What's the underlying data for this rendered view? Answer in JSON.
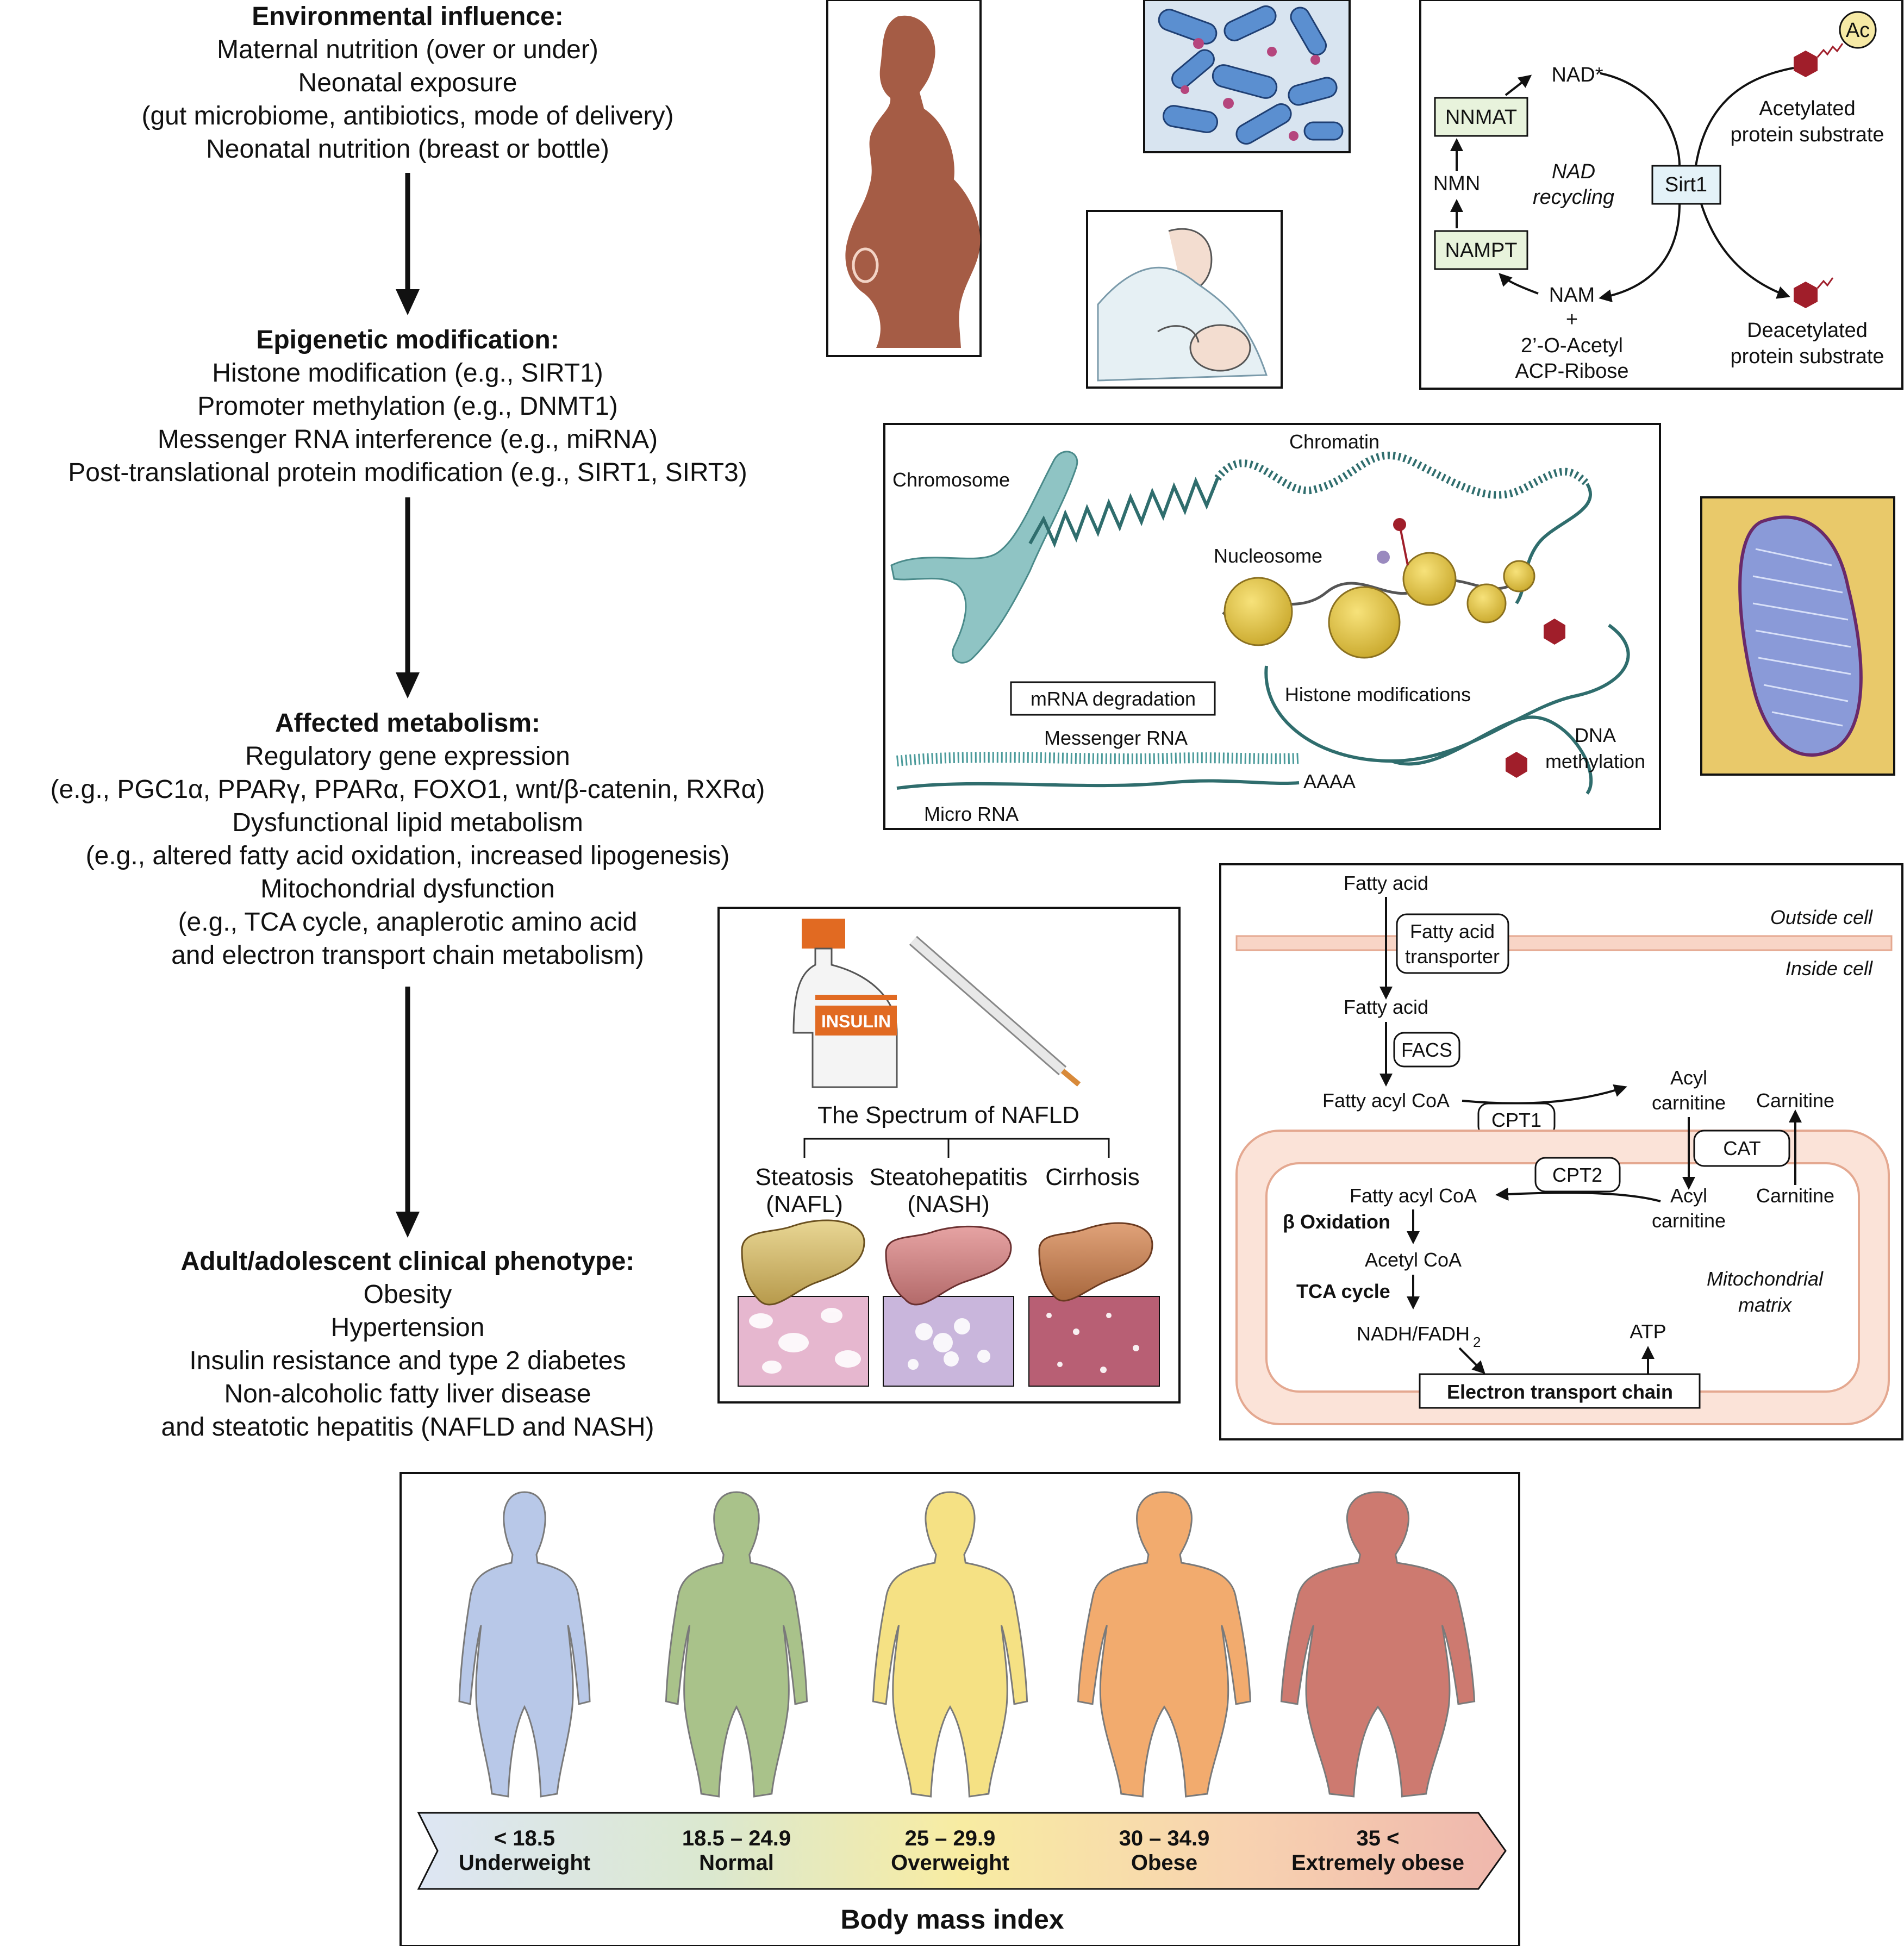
{
  "flow": {
    "env": {
      "title": "Environmental influence:",
      "lines": [
        "Maternal nutrition (over or under)",
        "Neonatal exposure",
        "(gut microbiome, antibiotics, mode of delivery)",
        "Neonatal nutrition (breast or bottle)"
      ]
    },
    "epi": {
      "title": "Epigenetic modification:",
      "lines": [
        "Histone modification (e.g., SIRT1)",
        "Promoter methylation (e.g., DNMT1)",
        "Messenger RNA interference (e.g., miRNA)",
        "Post-translational protein modification (e.g., SIRT1, SIRT3)"
      ]
    },
    "met": {
      "title": "Affected metabolism:",
      "lines": [
        "Regulatory gene expression",
        "(e.g., PGC1α, PPARγ, PPARα, FOXO1, wnt/β-catenin, RXRα)",
        "Dysfunctional lipid metabolism",
        "(e.g., altered fatty acid oxidation, increased lipogenesis)",
        "Mitochondrial dysfunction",
        "(e.g., TCA cycle, anaplerotic amino acid",
        "and electron transport chain metabolism)"
      ]
    },
    "phe": {
      "title": "Adult/adolescent clinical phenotype:",
      "lines": [
        "Obesity",
        "Hypertension",
        "Insulin resistance and type 2 diabetes",
        "Non-alcoholic fatty liver disease",
        "and steatotic hepatitis (NAFLD and NASH)"
      ]
    }
  },
  "sirt": {
    "nad": "NAD*",
    "nnmat": "NNMAT",
    "nmn": "NMN",
    "nampt": "NAMPT",
    "nam": "NAM",
    "plus": "+",
    "acp1": "2’-O-Acetyl",
    "acp2": "ACP-Ribose",
    "recyc1": "NAD",
    "recyc2": "recycling",
    "sirt1": "Sirt1",
    "ac": "Ac",
    "acet1": "Acetylated",
    "acet2": "protein substrate",
    "deac1": "Deacetylated",
    "deac2": "protein substrate"
  },
  "chrom": {
    "chromosome": "Chromosome",
    "chromatin": "Chromatin",
    "nucleosome": "Nucleosome",
    "mrna_deg": "mRNA degradation",
    "histone": "Histone modifications",
    "messenger": "Messenger RNA",
    "aaaa": "AAAA",
    "micro": "Micro RNA",
    "dna1": "DNA",
    "dna2": "methylation"
  },
  "nafld": {
    "insulin": "INSULIN",
    "title": "The Spectrum of NAFLD",
    "stages": [
      {
        "l1": "Steatosis",
        "l2": "(NAFL)"
      },
      {
        "l1": "Steatohepatitis",
        "l2": "(NASH)"
      },
      {
        "l1": "Cirrhosis",
        "l2": ""
      }
    ]
  },
  "fa": {
    "fa_out": "Fatty acid",
    "outside": "Outside cell",
    "transporter1": "Fatty acid",
    "transporter2": "transporter",
    "inside": "Inside cell",
    "fa_in": "Fatty acid",
    "facs": "FACS",
    "facoa": "Fatty acyl CoA",
    "cpt1": "CPT1",
    "acyl1": "Acyl",
    "acyl2": "carnitine",
    "carnitine": "Carnitine",
    "cat": "CAT",
    "cpt2": "CPT2",
    "facoa2": "Fatty acyl CoA",
    "acylb1": "Acyl",
    "acylb2": "carnitine",
    "carnitine2": "Carnitine",
    "beta": "β Oxidation",
    "acetyl": "Acetyl CoA",
    "tca": "TCA cycle",
    "nadh": "NADH/FADH",
    "nadh_sub": "2",
    "atp": "ATP",
    "mito1": "Mitochondrial",
    "mito2": "matrix",
    "etc": "Electron transport chain"
  },
  "bmi": {
    "title": "Body mass index",
    "colors": [
      "#b8c8e8",
      "#a9c28a",
      "#f5e184",
      "#f2ab6e",
      "#cd7a70"
    ],
    "categories": [
      {
        "range": "< 18.5",
        "label": "Underweight"
      },
      {
        "range": "18.5 – 24.9",
        "label": "Normal"
      },
      {
        "range": "25 – 29.9",
        "label": "Overweight"
      },
      {
        "range": "30 – 34.9",
        "label": "Obese"
      },
      {
        "range": "35 <",
        "label": "Extremely obese"
      }
    ]
  }
}
